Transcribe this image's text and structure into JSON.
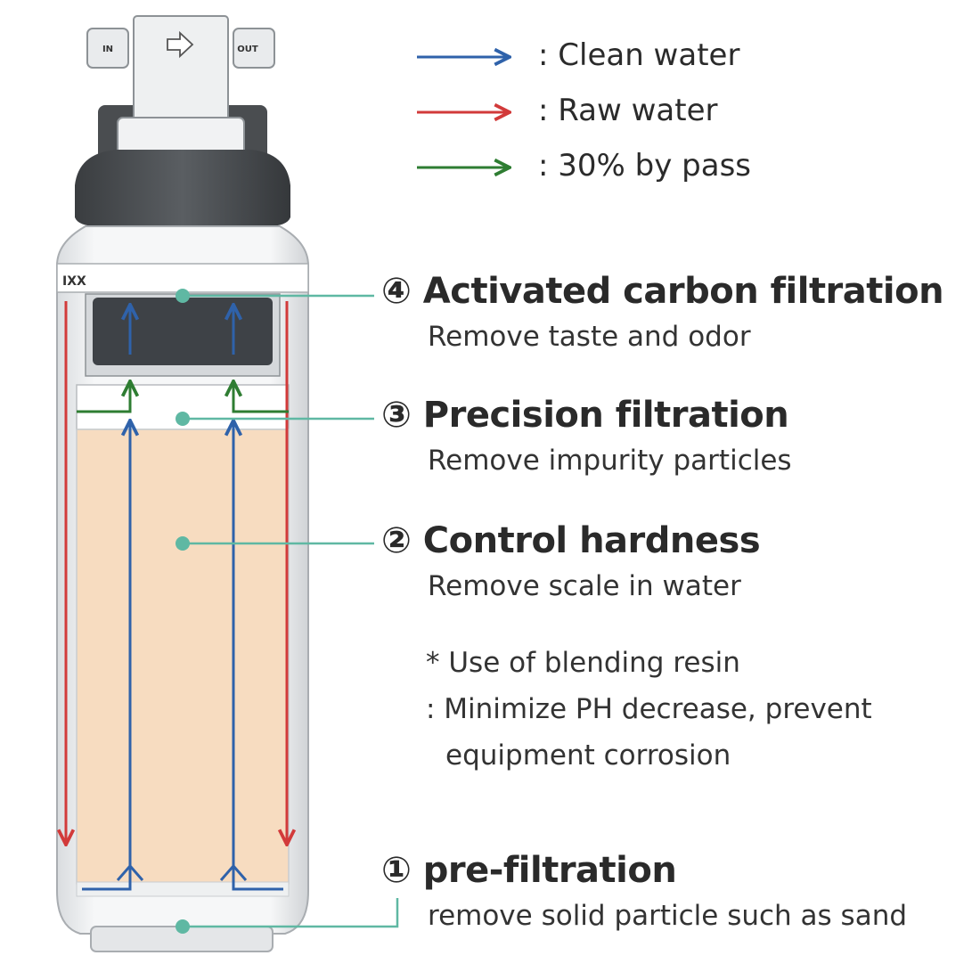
{
  "colors": {
    "clean": "#2f62aa",
    "raw": "#d23a3a",
    "bypass": "#2e7d32",
    "leader": "#5fb8a3",
    "resin": "#f7dcc0",
    "cap": "#4a4d50",
    "carbon": "#3e4247"
  },
  "fitting": {
    "in_label": "IN",
    "out_label": "OUT",
    "brand_label": "IXX"
  },
  "legend": [
    {
      "key": "clean",
      "label": ": Clean water"
    },
    {
      "key": "raw",
      "label": ": Raw water"
    },
    {
      "key": "bypass",
      "label": ": 30% by pass"
    }
  ],
  "stages": {
    "s4": {
      "title": "④ Activated carbon filtration",
      "desc": "Remove taste and odor"
    },
    "s3": {
      "title": "③ Precision filtration",
      "desc": "Remove impurity particles"
    },
    "s2": {
      "title": "② Control hardness",
      "desc": "Remove scale in water"
    },
    "s1": {
      "title": "① pre-filtration",
      "desc": "remove solid particle such as sand"
    }
  },
  "note": {
    "line1": "* Use of blending resin",
    "line2": ": Minimize PH decrease, prevent",
    "line3": "equipment corrosion"
  }
}
